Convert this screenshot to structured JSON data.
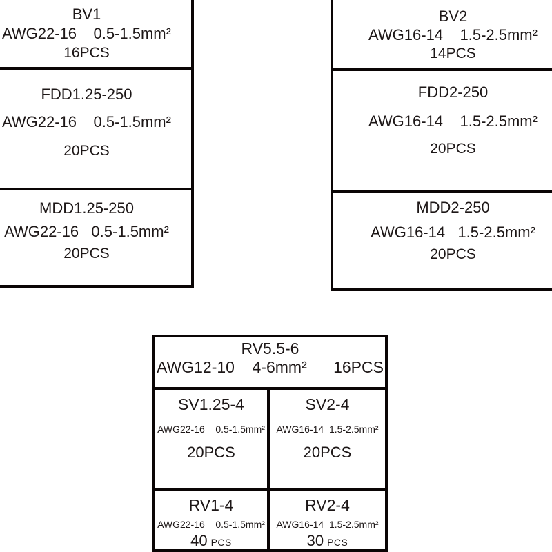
{
  "colors": {
    "border": "#0a0505",
    "text": "#1d1717",
    "background": "#ffffff"
  },
  "panels": {
    "left": [
      {
        "title": "BV1",
        "spec": "AWG22-16    0.5-1.5mm²",
        "qty": "16PCS"
      },
      {
        "title": "FDD1.25-250",
        "spec": "AWG22-16    0.5-1.5mm²",
        "qty": "20PCS"
      },
      {
        "title": "MDD1.25-250",
        "spec": "AWG22-16   0.5-1.5mm²",
        "qty": "20PCS"
      }
    ],
    "right": [
      {
        "title": "BV2",
        "spec": "AWG16-14    1.5-2.5mm²",
        "qty": "14PCS"
      },
      {
        "title": "FDD2-250",
        "spec": "AWG16-14    1.5-2.5mm²",
        "qty": "20PCS"
      },
      {
        "title": "MDD2-250",
        "spec": "AWG16-14   1.5-2.5mm²",
        "qty": "20PCS"
      }
    ],
    "bottom": {
      "header": {
        "title": "RV5.5-6",
        "spec_line": "AWG12-10    4-6mm²      16PCS"
      },
      "cells": [
        {
          "title": "SV1.25-4",
          "spec": "AWG22-16    0.5-1.5mm²",
          "qty": "20PCS"
        },
        {
          "title": "SV2-4",
          "spec": "AWG16-14  1.5-2.5mm²",
          "qty": "20PCS"
        },
        {
          "title": "RV1-4",
          "spec": "AWG22-16    0.5-1.5mm²",
          "qty_num": "40",
          "qty_unit": "PCS"
        },
        {
          "title": "RV2-4",
          "spec": "AWG16-14  1.5-2.5mm²",
          "qty_num": "30",
          "qty_unit": "PCS"
        }
      ]
    }
  }
}
